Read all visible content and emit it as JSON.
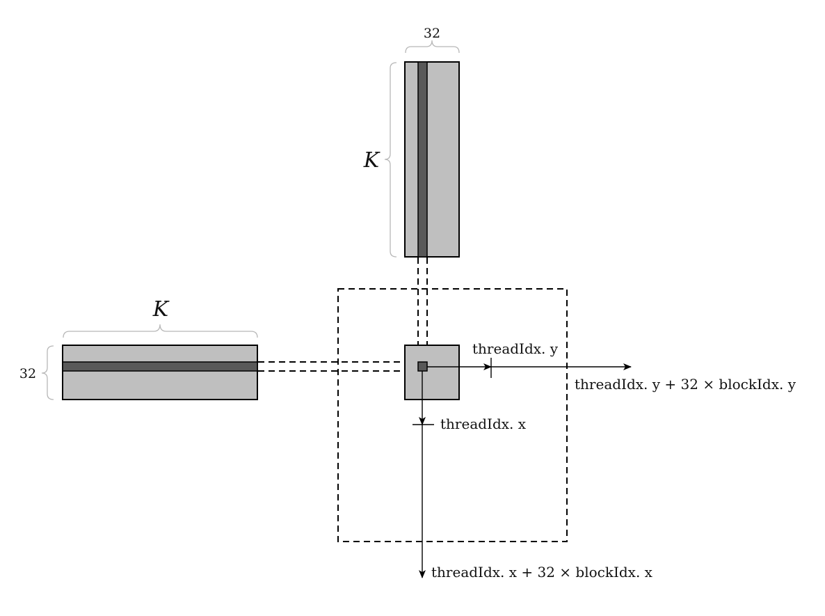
{
  "labels": {
    "b_width": "32",
    "b_height": "K",
    "a_width": "K",
    "a_height": "32",
    "thread_y": "threadIdx. y",
    "thread_y_global": "threadIdx. y + 32 × blockIdx. y",
    "thread_x": "threadIdx. x",
    "thread_x_global": "threadIdx. x + 32 × blockIdx. x"
  },
  "colors": {
    "tile_fill": "#bfbfbf",
    "highlight_fill": "#595959",
    "brace": "#b7b7b7",
    "line": "#000000"
  }
}
